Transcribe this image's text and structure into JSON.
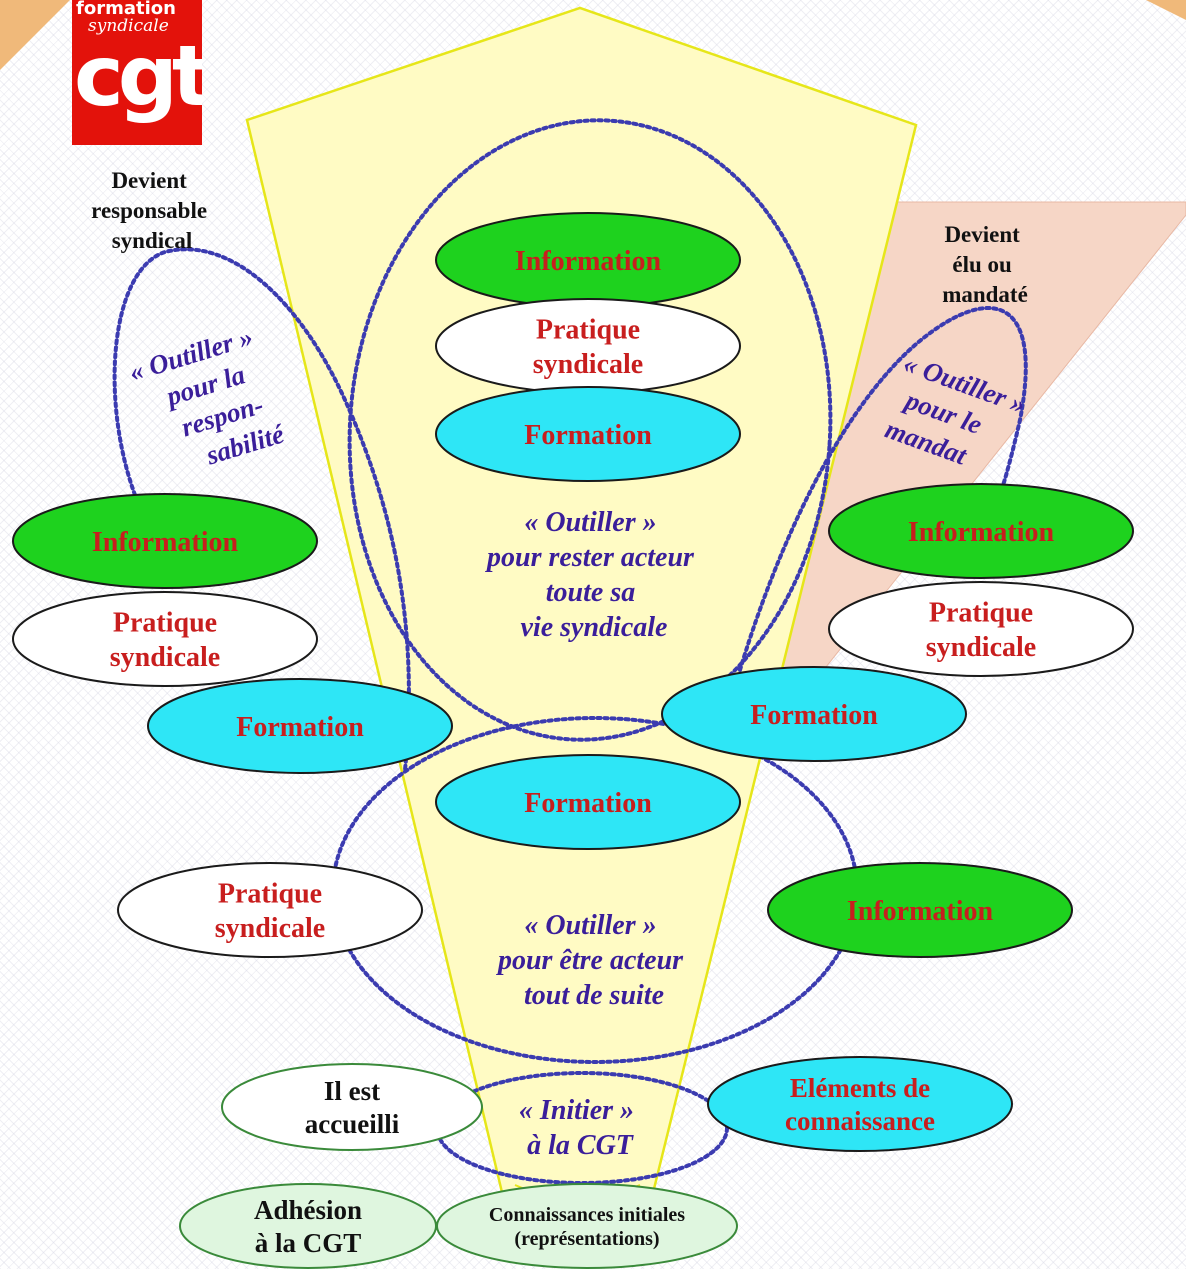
{
  "logo": {
    "line1": "formation",
    "line2": "syndicale",
    "line3": "cgt"
  },
  "headings": {
    "left": [
      "Devient",
      "responsable",
      "syndical"
    ],
    "right": [
      "Devient",
      "élu ou",
      "mandaté"
    ]
  },
  "labels": {
    "left": [
      "« Outiller »",
      "pour la",
      "respon-",
      "sabilité"
    ],
    "right": [
      "« Outiller »",
      "pour le",
      "mandat"
    ],
    "top": [
      "« Outiller »",
      "pour rester acteur",
      "toute sa",
      "vie syndicale"
    ],
    "middle": [
      "« Outiller »",
      "pour être acteur",
      "tout de suite"
    ],
    "bottom": [
      "« Initier »",
      "à la CGT"
    ]
  },
  "ellipses": [
    {
      "id": "top-information",
      "lines": [
        "Information"
      ],
      "style": "green"
    },
    {
      "id": "top-pratique",
      "lines": [
        "Pratique",
        "syndicale"
      ],
      "style": "white"
    },
    {
      "id": "top-formation",
      "lines": [
        "Formation"
      ],
      "style": "cyan"
    },
    {
      "id": "left-information",
      "lines": [
        "Information"
      ],
      "style": "green"
    },
    {
      "id": "left-pratique",
      "lines": [
        "Pratique",
        "syndicale"
      ],
      "style": "white"
    },
    {
      "id": "left-formation",
      "lines": [
        "Formation"
      ],
      "style": "cyan"
    },
    {
      "id": "right-information",
      "lines": [
        "Information"
      ],
      "style": "green"
    },
    {
      "id": "right-pratique",
      "lines": [
        "Pratique",
        "syndicale"
      ],
      "style": "white"
    },
    {
      "id": "right-formation",
      "lines": [
        "Formation"
      ],
      "style": "cyan"
    },
    {
      "id": "middle-formation",
      "lines": [
        "Formation"
      ],
      "style": "cyan"
    },
    {
      "id": "middle-pratique",
      "lines": [
        "Pratique",
        "syndicale"
      ],
      "style": "white"
    },
    {
      "id": "middle-information",
      "lines": [
        "Information"
      ],
      "style": "green"
    },
    {
      "id": "accueilli",
      "lines": [
        "Il est",
        "accueilli"
      ],
      "style": "pale-white"
    },
    {
      "id": "elements",
      "lines": [
        "Eléments de",
        "connaissance"
      ],
      "style": "cyan"
    },
    {
      "id": "adhesion",
      "lines": [
        "Adhésion",
        "à la CGT"
      ],
      "style": "pale-green"
    },
    {
      "id": "connaissances",
      "lines": [
        "Connaissances initiales",
        "(représentations)"
      ],
      "style": "pale-green"
    }
  ],
  "colors": {
    "funnel": "#fffbc4",
    "funnel_stroke": "#e6e619",
    "wedge": "#f6d6c6",
    "green": "#1ed21e",
    "cyan": "#2ee6f6",
    "pale_green": "#dff6df",
    "red_text": "#c81e1e",
    "purple_text": "#3a1e9a",
    "dotted": "#3b3bb0"
  }
}
